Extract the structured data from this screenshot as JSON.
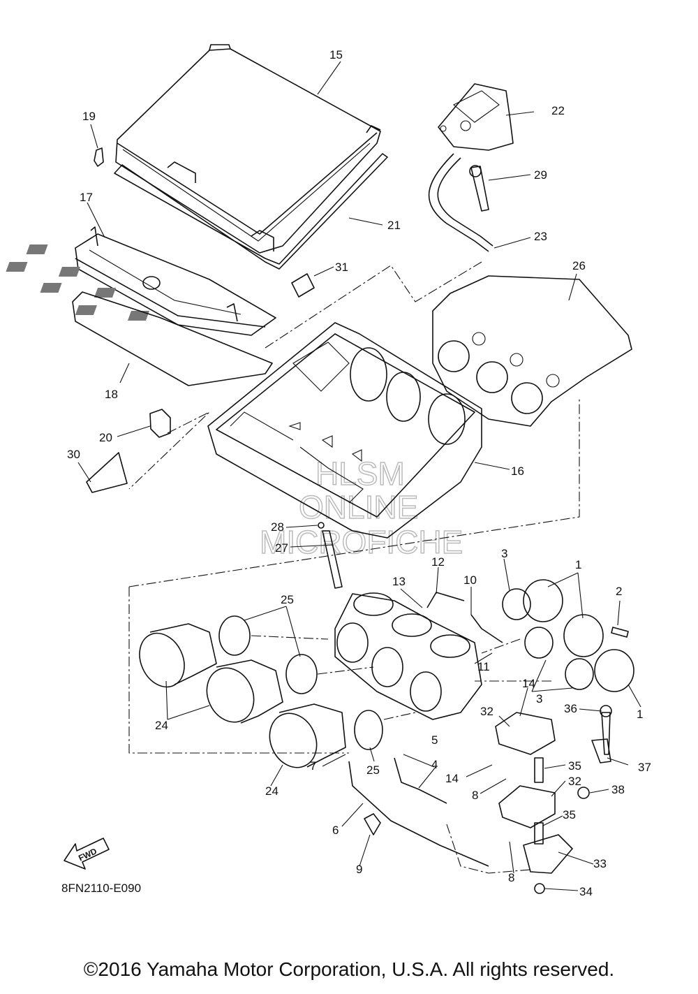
{
  "diagram": {
    "code": "8FN2110-E090",
    "fwd_label": "FWD",
    "watermark": [
      "HLSM",
      "ONLINE",
      "MICROFICHE"
    ],
    "part_numbers": [
      "1",
      "2",
      "3",
      "4",
      "5",
      "6",
      "7",
      "8",
      "9",
      "10",
      "11",
      "12",
      "13",
      "14",
      "15",
      "16",
      "17",
      "18",
      "19",
      "20",
      "21",
      "22",
      "23",
      "24",
      "25",
      "26",
      "27",
      "28",
      "29",
      "30",
      "31",
      "32",
      "33",
      "34",
      "35",
      "36",
      "37",
      "38"
    ]
  },
  "footer": {
    "copyright": "©2016 Yamaha Motor Corporation, U.S.A. All rights reserved."
  }
}
